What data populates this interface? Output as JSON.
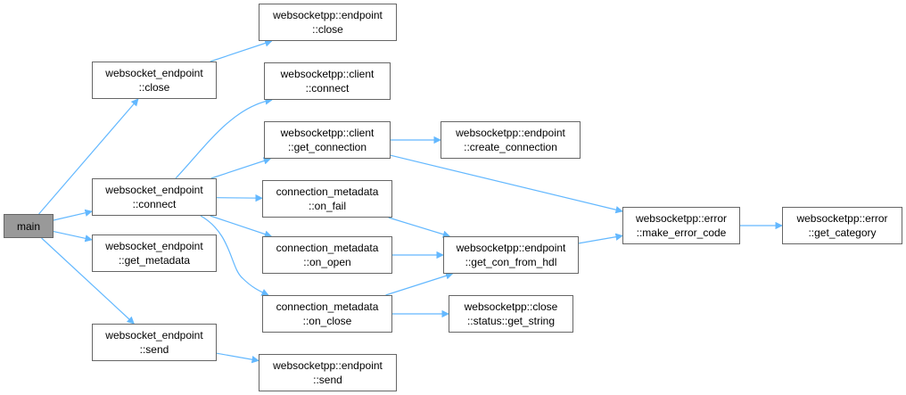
{
  "graph": {
    "edge_color": "#63b8ff",
    "node_border_color": "#666666",
    "root_fill_color": "#999999",
    "nodes": [
      {
        "id": "main",
        "lines": [
          "main"
        ],
        "root": true
      },
      {
        "id": "we_close",
        "lines": [
          "websocket_endpoint",
          "::close"
        ]
      },
      {
        "id": "we_connect",
        "lines": [
          "websocket_endpoint",
          "::connect"
        ]
      },
      {
        "id": "we_get_metadata",
        "lines": [
          "websocket_endpoint",
          "::get_metadata"
        ]
      },
      {
        "id": "we_send",
        "lines": [
          "websocket_endpoint",
          "::send"
        ]
      },
      {
        "id": "ep_close",
        "lines": [
          "websocketpp::endpoint",
          "::close"
        ]
      },
      {
        "id": "client_connect",
        "lines": [
          "websocketpp::client",
          "::connect"
        ]
      },
      {
        "id": "client_get_connection",
        "lines": [
          "websocketpp::client",
          "::get_connection"
        ]
      },
      {
        "id": "cm_on_fail",
        "lines": [
          "connection_metadata",
          "::on_fail"
        ]
      },
      {
        "id": "cm_on_open",
        "lines": [
          "connection_metadata",
          "::on_open"
        ]
      },
      {
        "id": "cm_on_close",
        "lines": [
          "connection_metadata",
          "::on_close"
        ]
      },
      {
        "id": "ep_send",
        "lines": [
          "websocketpp::endpoint",
          "::send"
        ]
      },
      {
        "id": "ep_create_connection",
        "lines": [
          "websocketpp::endpoint",
          "::create_connection"
        ]
      },
      {
        "id": "ep_get_con_from_hdl",
        "lines": [
          "websocketpp::endpoint",
          "::get_con_from_hdl"
        ]
      },
      {
        "id": "close_status_get_string",
        "lines": [
          "websocketpp::close",
          "::status::get_string"
        ]
      },
      {
        "id": "error_make_error_code",
        "lines": [
          "websocketpp::error",
          "::make_error_code"
        ]
      },
      {
        "id": "error_get_category",
        "lines": [
          "websocketpp::error",
          "::get_category"
        ]
      }
    ],
    "edges": [
      {
        "from": "main",
        "to": "we_close"
      },
      {
        "from": "main",
        "to": "we_connect"
      },
      {
        "from": "main",
        "to": "we_get_metadata"
      },
      {
        "from": "main",
        "to": "we_send"
      },
      {
        "from": "we_close",
        "to": "ep_close"
      },
      {
        "from": "we_connect",
        "to": "client_connect"
      },
      {
        "from": "we_connect",
        "to": "client_get_connection"
      },
      {
        "from": "we_connect",
        "to": "cm_on_fail"
      },
      {
        "from": "we_connect",
        "to": "cm_on_open"
      },
      {
        "from": "we_connect",
        "to": "cm_on_close"
      },
      {
        "from": "we_send",
        "to": "ep_send"
      },
      {
        "from": "client_get_connection",
        "to": "ep_create_connection"
      },
      {
        "from": "client_get_connection",
        "to": "error_make_error_code"
      },
      {
        "from": "cm_on_fail",
        "to": "ep_get_con_from_hdl"
      },
      {
        "from": "cm_on_open",
        "to": "ep_get_con_from_hdl"
      },
      {
        "from": "cm_on_close",
        "to": "ep_get_con_from_hdl"
      },
      {
        "from": "cm_on_close",
        "to": "close_status_get_string"
      },
      {
        "from": "ep_get_con_from_hdl",
        "to": "error_make_error_code"
      },
      {
        "from": "error_make_error_code",
        "to": "error_get_category"
      }
    ]
  }
}
